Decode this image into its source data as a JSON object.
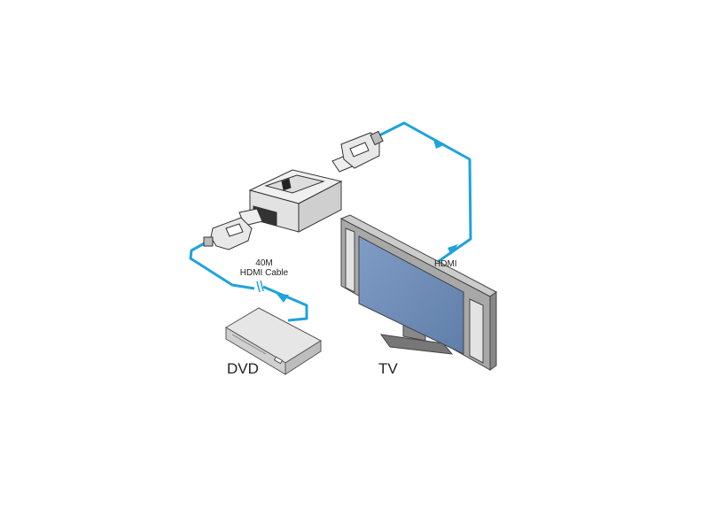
{
  "labels": {
    "cable": [
      "40M",
      "HDMI Cable"
    ],
    "hdmi": "HDMI",
    "dvd": "DVD",
    "tv": "TV"
  },
  "colors": {
    "cable": "#1ea3dc",
    "screen": "#6f8eb8",
    "bezel": "#9a9a9a"
  }
}
